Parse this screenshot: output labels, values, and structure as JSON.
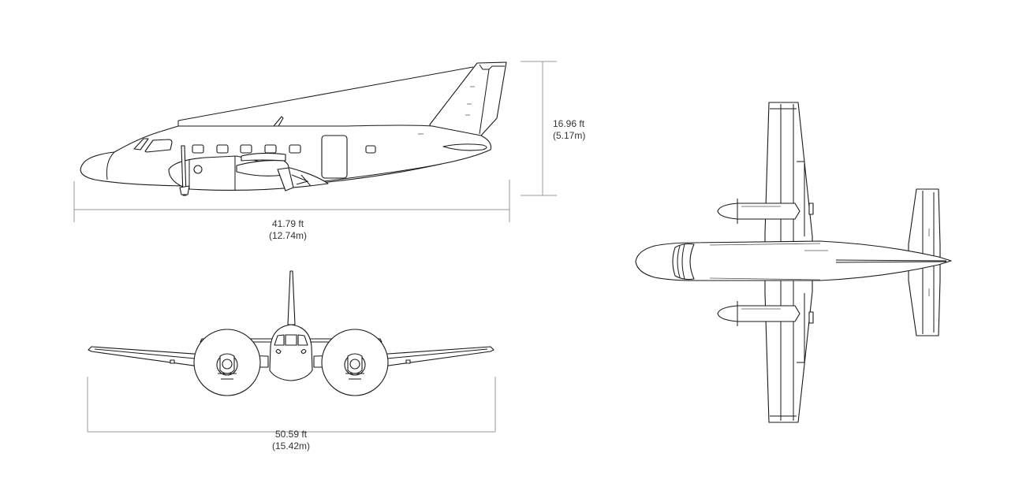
{
  "dimensions": {
    "length_ft": "41.79 ft",
    "length_m": "(12.74m)",
    "height_ft": "16.96 ft",
    "height_m": "(5.17m)",
    "span_ft": "50.59 ft",
    "span_m": "(15.42m)"
  },
  "colors": {
    "line": "#1a1a1a",
    "dimension_line": "#9a9a9a",
    "text": "#333333",
    "background": "#ffffff"
  }
}
